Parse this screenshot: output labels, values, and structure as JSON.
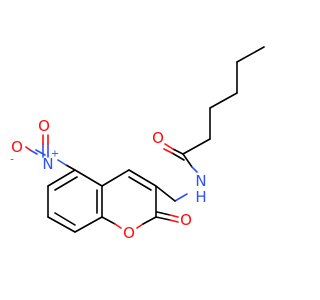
{
  "molecule": {
    "colors": {
      "carbon_bond": "#000000",
      "oxygen": "#ff0d0d",
      "nitrogen": "#3050f8"
    },
    "labels": {
      "amide_o": "O",
      "amide_nh": "N",
      "amide_h": "H",
      "nitro_n": "N",
      "nitro_n_charge": "+",
      "nitro_o_top": "O",
      "nitro_o_left": "O",
      "nitro_o_left_charge": "-",
      "ring_o": "O",
      "carbonyl_o": "O"
    }
  }
}
